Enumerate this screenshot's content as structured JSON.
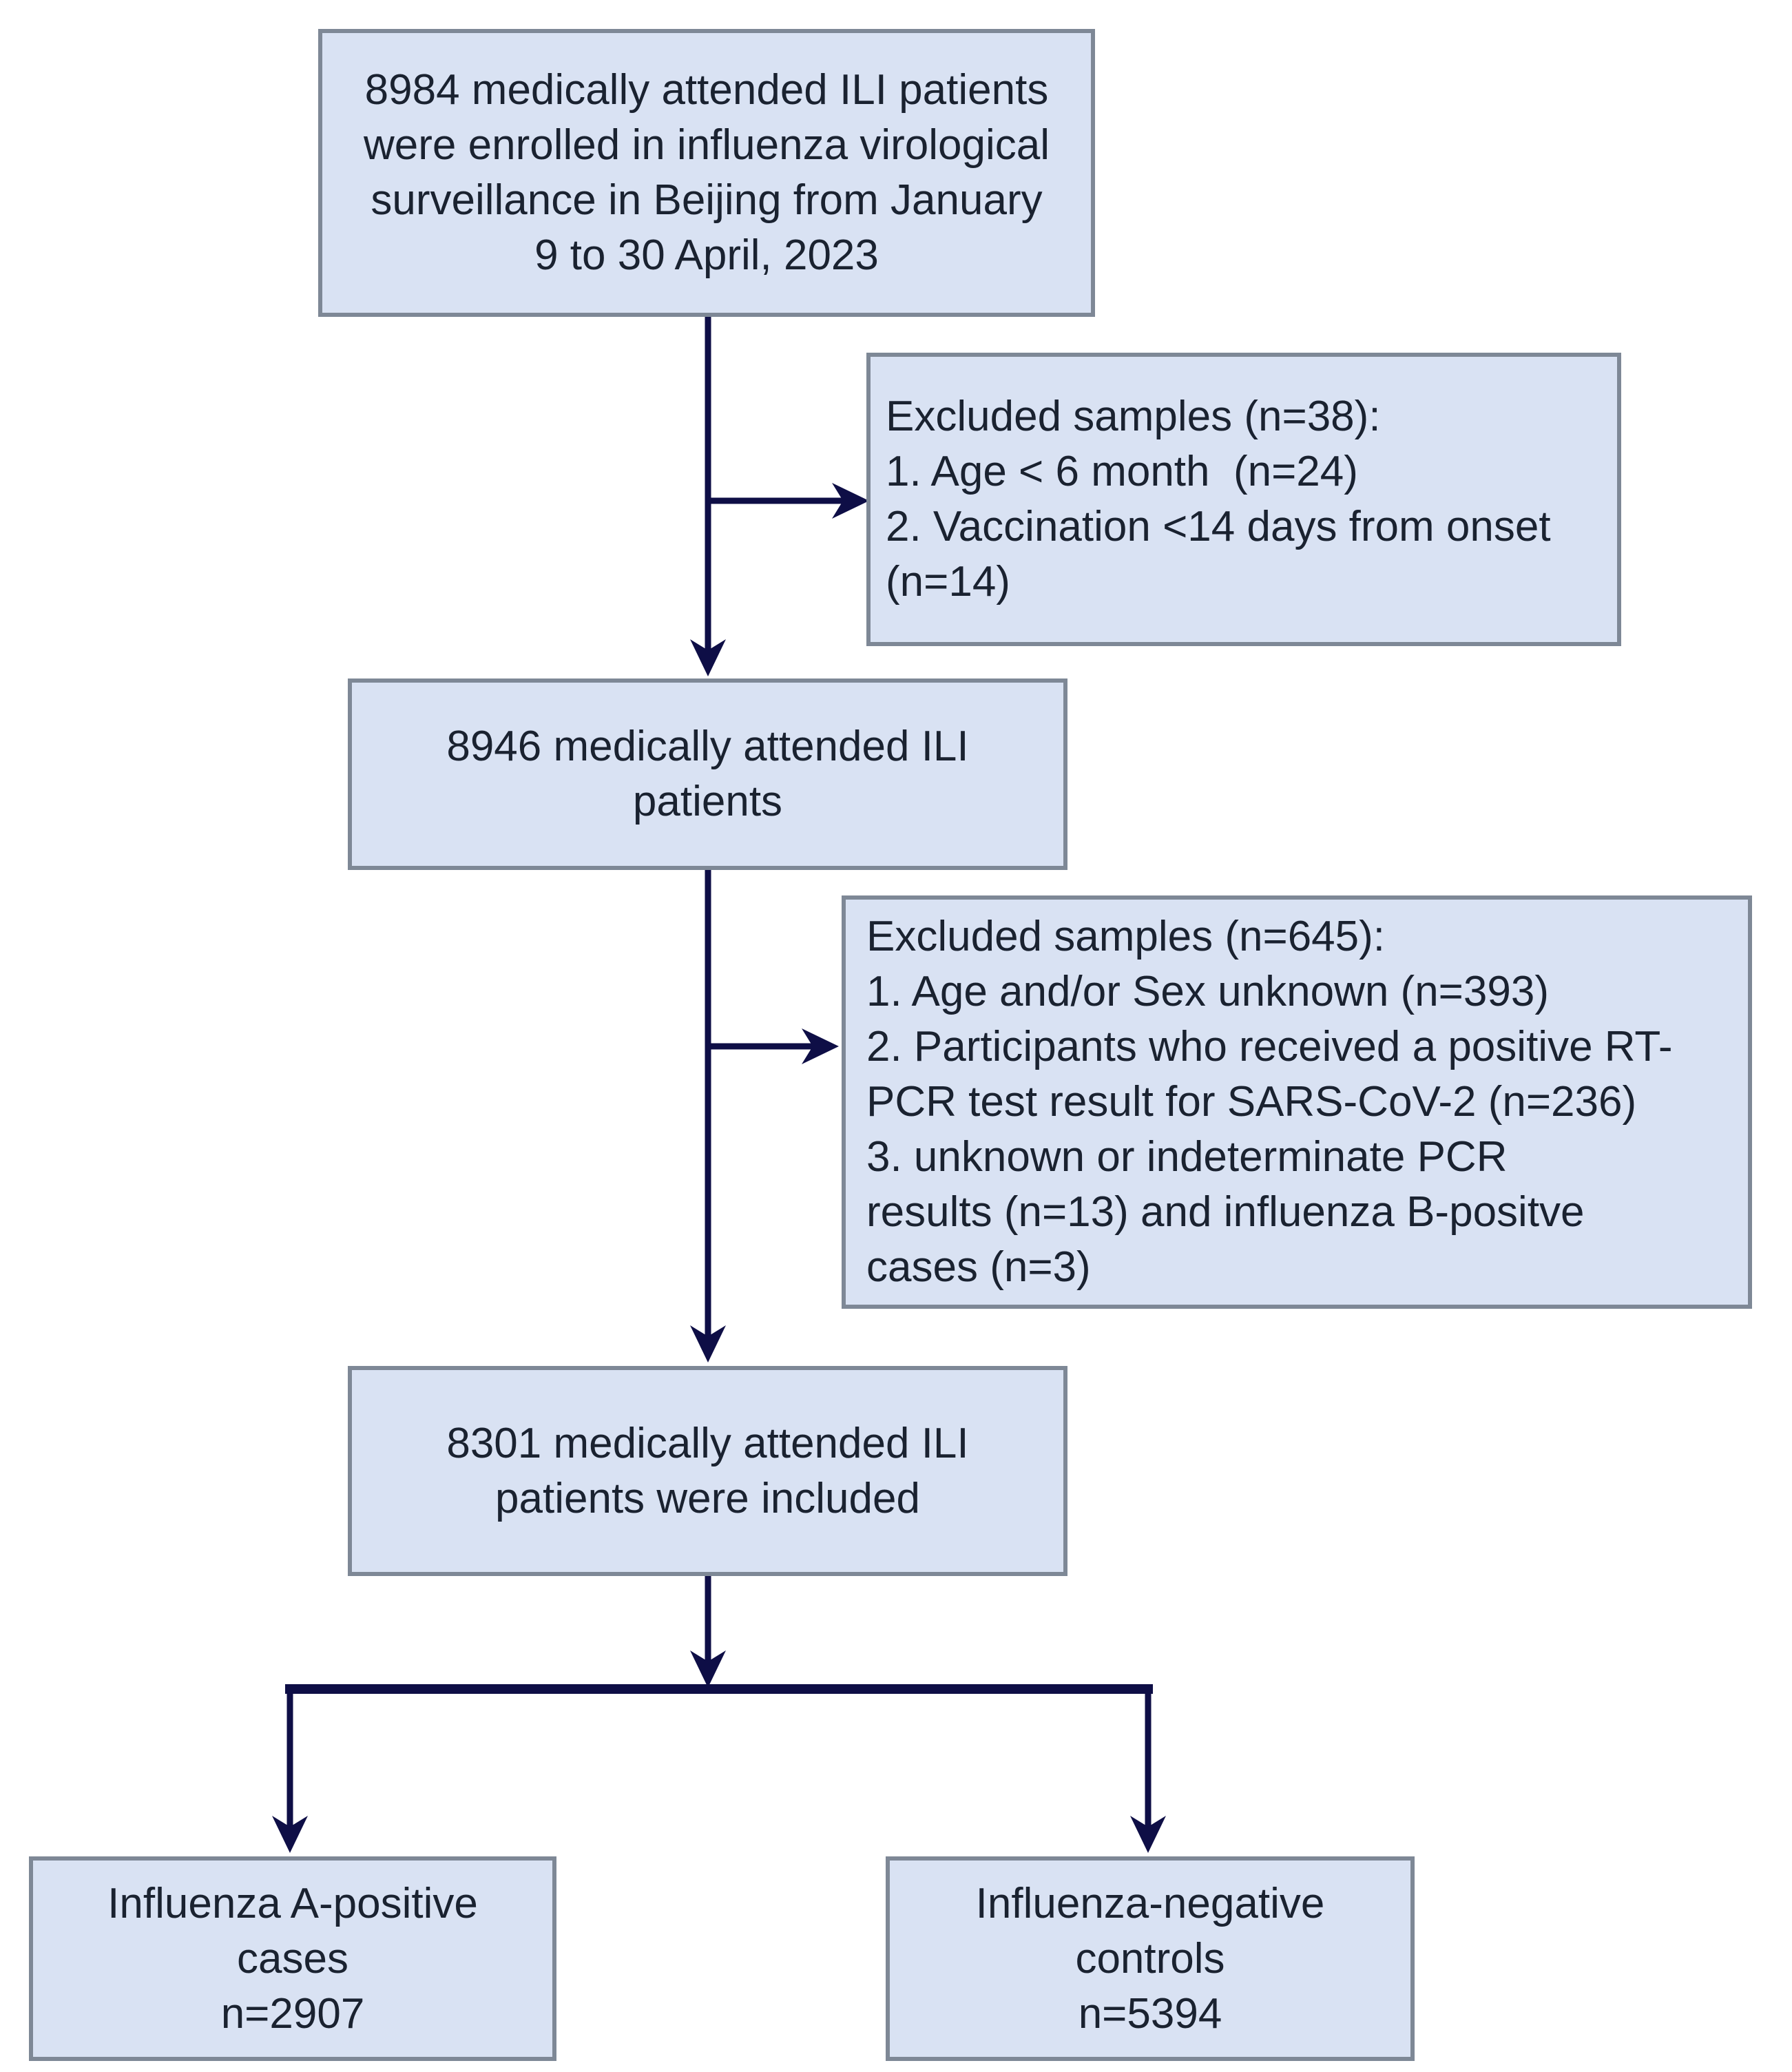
{
  "figure": {
    "type": "flowchart",
    "colors": {
      "background": "#ffffff",
      "box_fill": "#d9e2f3",
      "box_border": "#7e8896",
      "arrow": "#0e0e46",
      "text": "#1a2230"
    },
    "boxes": {
      "enrolled": {
        "lines": [
          "8984 medically attended ILI patients",
          "were enrolled in influenza virological",
          "surveillance in Beijing from January",
          "9 to 30 April, 2023"
        ]
      },
      "excluded_38": {
        "lines": [
          "Excluded samples (n=38):",
          "1. Age < 6 month  (n=24)",
          "2. Vaccination <14 days from onset",
          "(n=14)"
        ]
      },
      "attended_8946": {
        "lines": [
          "8946 medically attended ILI",
          "patients"
        ]
      },
      "excluded_645": {
        "lines": [
          "Excluded samples (n=645):",
          "1. Age and/or Sex unknown (n=393)",
          "2. Participants who received a positive RT-",
          "PCR test result for SARS-CoV-2 (n=236)",
          "3. unknown or indeterminate PCR",
          "results (n=13) and influenza B-positve",
          "cases (n=3)"
        ]
      },
      "included_8301": {
        "lines": [
          "8301 medically attended ILI",
          "patients were included"
        ]
      },
      "flu_a_positive": {
        "lines": [
          "Influenza A-positive",
          "cases",
          "n=2907"
        ]
      },
      "flu_negative": {
        "lines": [
          "Influenza-negative",
          "controls",
          "n=5394"
        ]
      }
    }
  }
}
